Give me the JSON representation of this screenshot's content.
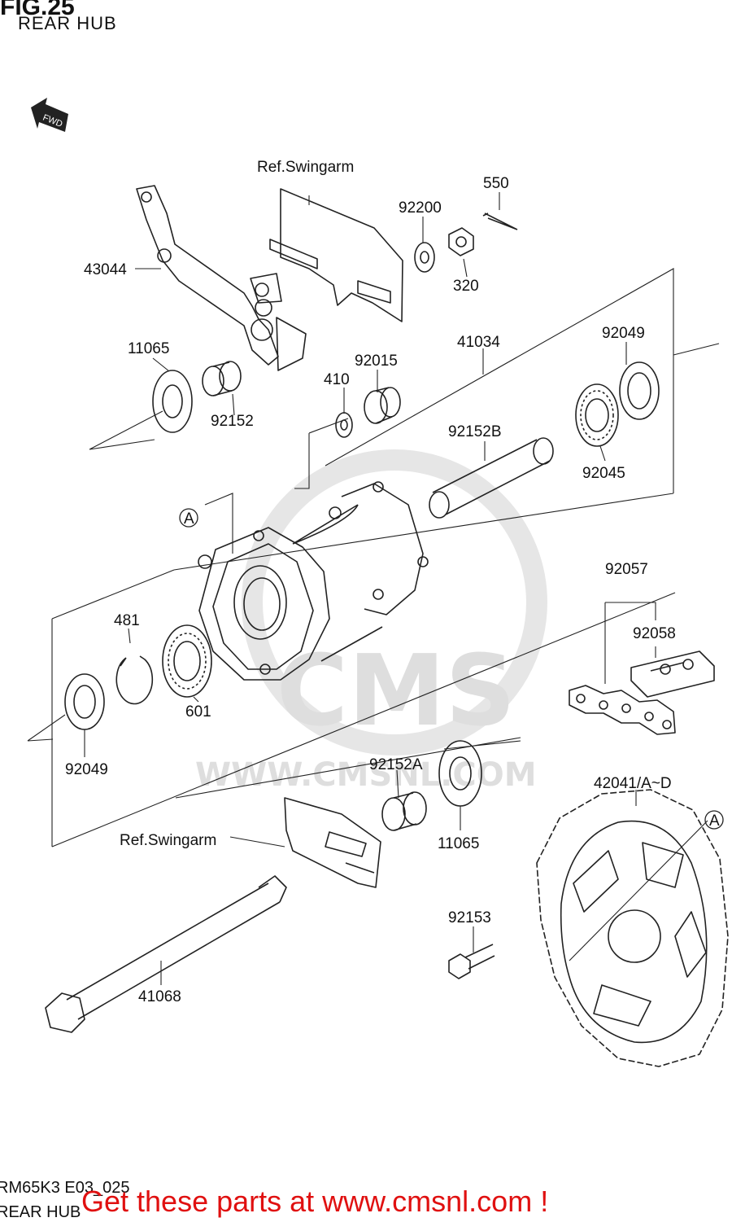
{
  "header": {
    "title": "FIG.25",
    "subtitle": "REAR HUB"
  },
  "footer": {
    "code": "RM65K3 E03_025",
    "subtitle": "REAR HUB",
    "cta": "Get these parts at www.cmsnl.com !"
  },
  "watermark": {
    "brand": "CMS",
    "url": "WWW.CMSNL.COM"
  },
  "direction_badge": "FWD",
  "labels": {
    "ref_swingarm_top": "Ref.Swingarm",
    "ref_swingarm_bottom": "Ref.Swingarm",
    "p550": "550",
    "p92200": "92200",
    "p320": "320",
    "p43044": "43044",
    "p41034": "41034",
    "p92049_top": "92049",
    "p11065_top": "11065",
    "p92015": "92015",
    "p410": "410",
    "p92152": "92152",
    "p92152b": "92152B",
    "p92045": "92045",
    "ref_a_left": "A",
    "p481": "481",
    "p92057": "92057",
    "p92058": "92058",
    "p601": "601",
    "p92049_bottom": "92049",
    "p92152a": "92152A",
    "p11065_bottom": "11065",
    "p42041": "42041/A~D",
    "ref_a_right": "A",
    "p92153": "92153",
    "p41068": "41068"
  },
  "colors": {
    "line": "#222222",
    "cta": "#e01010",
    "watermark": "#dedede"
  }
}
